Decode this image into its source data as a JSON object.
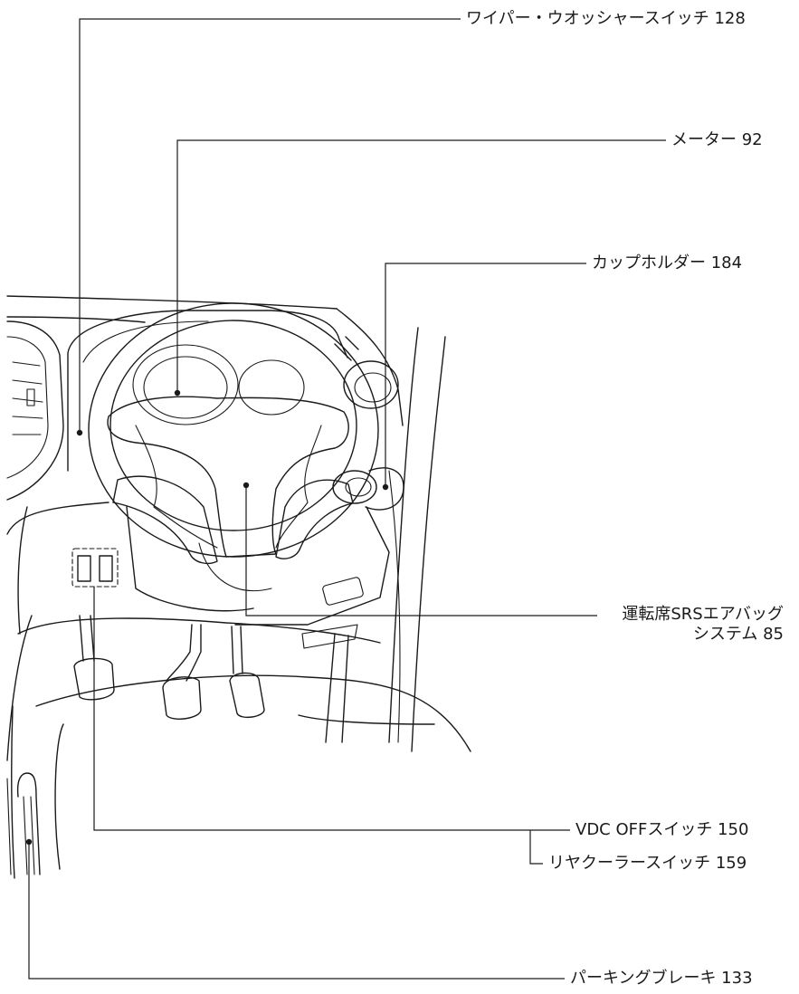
{
  "callouts": [
    {
      "id": "wiper",
      "text": "ワイパー・ウオッシャースイッチ 128"
    },
    {
      "id": "meter",
      "text": "メーター 92"
    },
    {
      "id": "cupholder",
      "text": "カップホルダー 184"
    },
    {
      "id": "airbag",
      "line1": "運転席SRSエアバッグ",
      "line2": "システム 85"
    },
    {
      "id": "vdc",
      "text": "VDC OFFスイッチ 150"
    },
    {
      "id": "rearcooler",
      "text": "リヤクーラースイッチ 159"
    },
    {
      "id": "parking",
      "text": "パーキングブレーキ 133"
    }
  ],
  "colors": {
    "ink": "#1a1a1a",
    "background": "#ffffff"
  }
}
